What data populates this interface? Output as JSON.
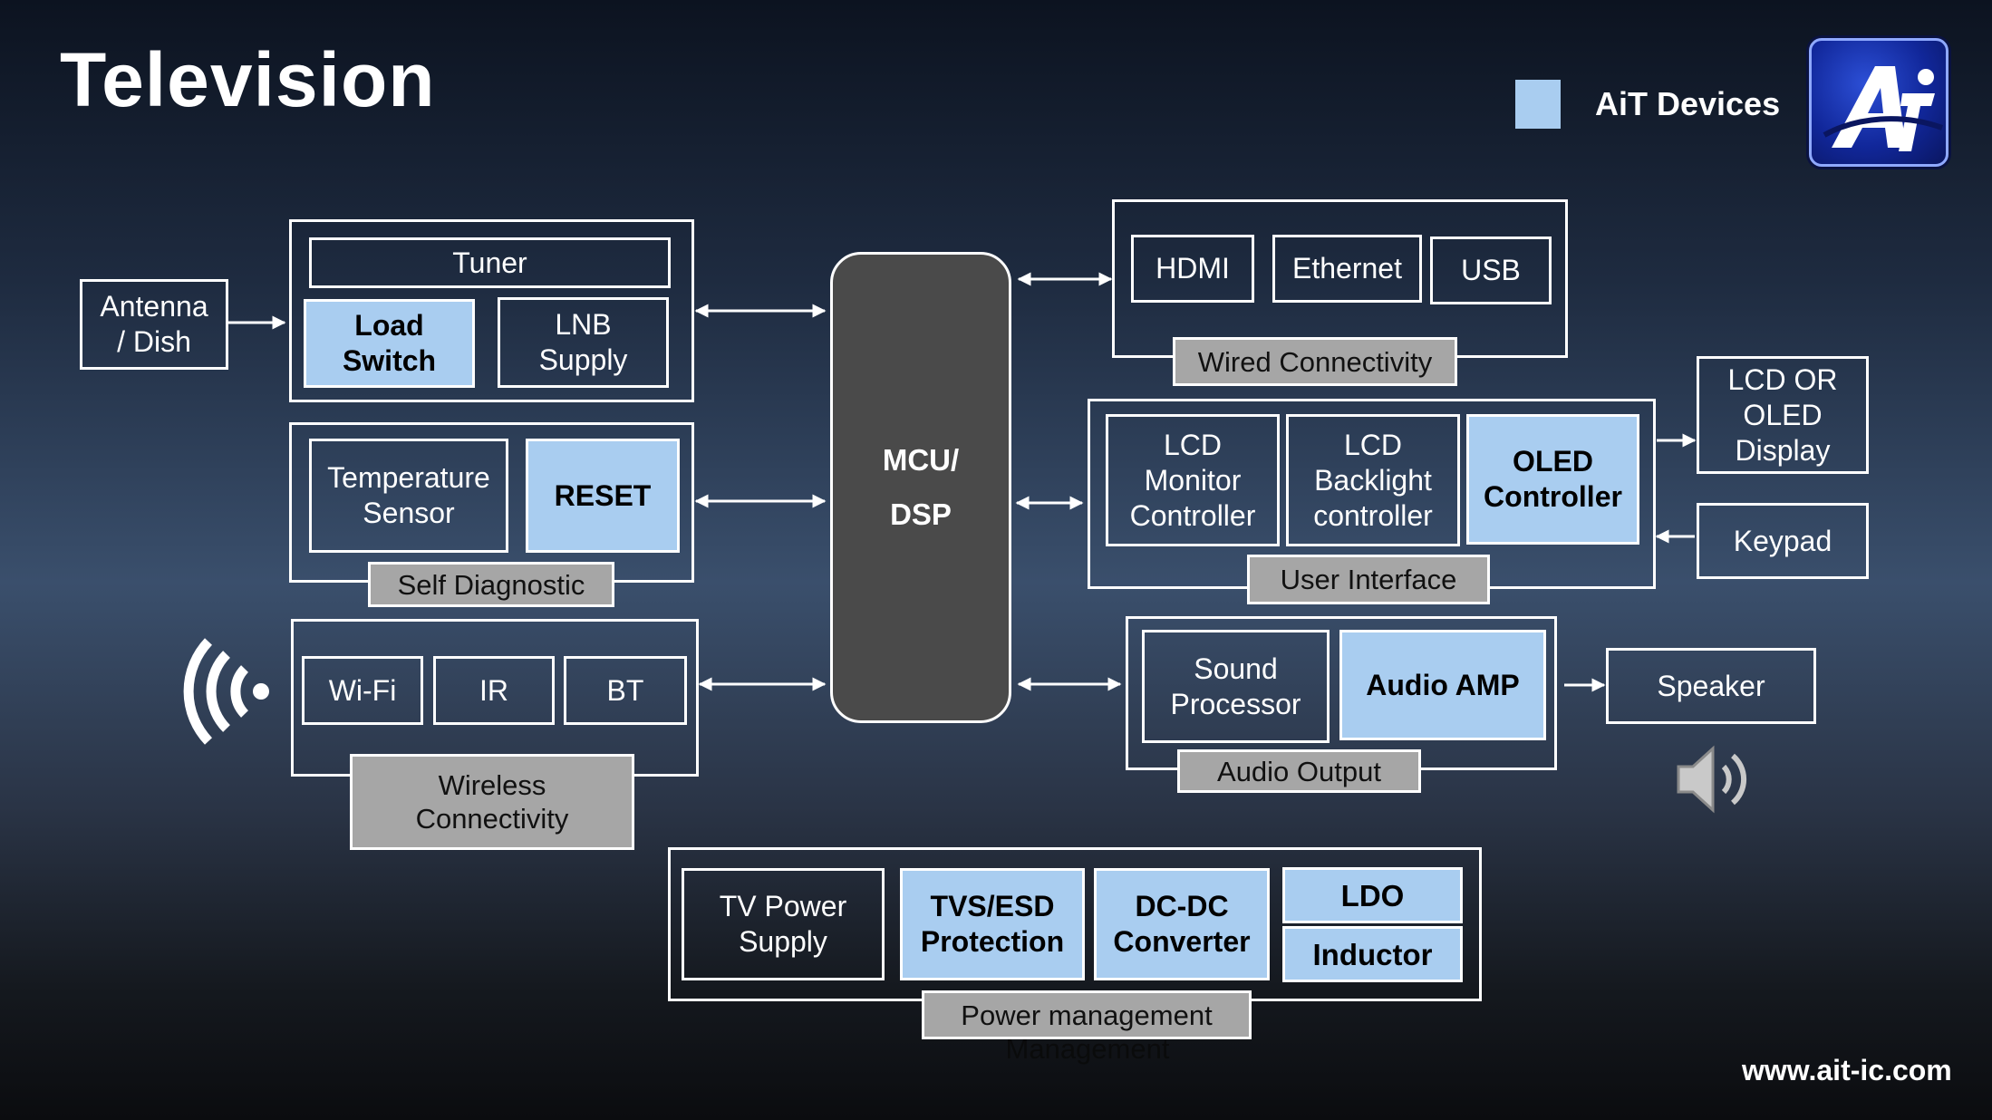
{
  "title": "Television",
  "legend": {
    "label": "AiT Devices",
    "swatch_color": "#a9cdf0"
  },
  "logo": {
    "text": "Ai",
    "icon": "ait-logo"
  },
  "website": "www.ait-ic.com",
  "mcu": "MCU/\nDSP",
  "antenna": "Antenna\n/ Dish",
  "tuner_group": {
    "tuner": "Tuner",
    "load_switch": "Load\nSwitch",
    "lnb_supply": "LNB\nSupply"
  },
  "self_diagnostic": {
    "label": "Self Diagnostic",
    "temperature_sensor": "Temperature\nSensor",
    "reset": "RESET"
  },
  "wireless": {
    "label": "Wireless\nConnectivity",
    "wifi": "Wi-Fi",
    "ir": "IR",
    "bt": "BT",
    "icon": "wireless-signal-icon"
  },
  "wired": {
    "label": "Wired Connectivity",
    "hdmi": "HDMI",
    "ethernet": "Ethernet",
    "usb": "USB"
  },
  "user_interface": {
    "label": "User Interface",
    "lcd_monitor": "LCD\nMonitor\nController",
    "lcd_backlight": "LCD\nBacklight\ncontroller",
    "oled_controller": "OLED\nController"
  },
  "display": "LCD OR\nOLED\nDisplay",
  "keypad": "Keypad",
  "audio": {
    "label": "Audio Output",
    "sound_processor": "Sound\nProcessor",
    "audio_amp": "Audio AMP"
  },
  "speaker": {
    "label": "Speaker",
    "icon": "speaker-icon"
  },
  "power": {
    "label": "Power management",
    "ghost_label": "Management",
    "tv_power": "TV Power\nSupply",
    "tvs_esd": "TVS/ESD\nProtection",
    "dcdc": "DC-DC\nConverter",
    "ldo": "LDO",
    "inductor": "Inductor"
  }
}
